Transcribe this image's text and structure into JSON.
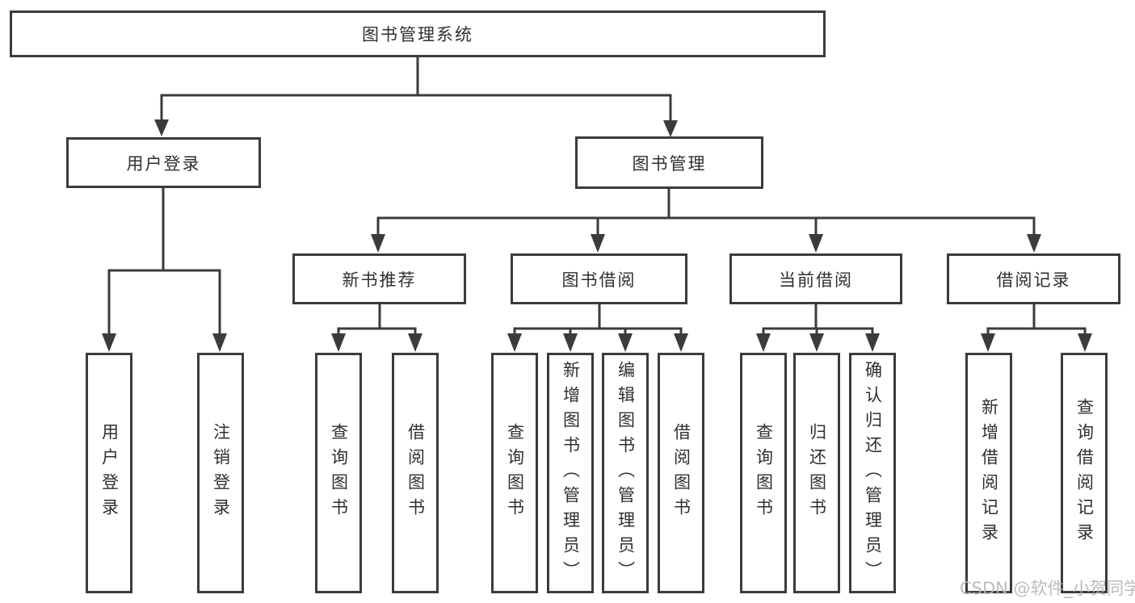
{
  "nodes": {
    "root": {
      "label": "图书管理系统"
    },
    "level2": [
      {
        "label": "用户登录"
      },
      {
        "label": "图书管理"
      }
    ],
    "level3": [
      {
        "label": "新书推荐"
      },
      {
        "label": "图书借阅"
      },
      {
        "label": "当前借阅"
      },
      {
        "label": "借阅记录"
      }
    ],
    "leaves": [
      {
        "label": "用户登录"
      },
      {
        "label": "注销登录"
      },
      {
        "label": "查询图书"
      },
      {
        "label": "借阅图书"
      },
      {
        "label": "查询图书"
      },
      {
        "label": "新增图书（管理员）"
      },
      {
        "label": "编辑图书（管理员）"
      },
      {
        "label": "借阅图书"
      },
      {
        "label": "查询图书"
      },
      {
        "label": "归还图书"
      },
      {
        "label": "确认归还（管理员）"
      },
      {
        "label": "新增借阅记录"
      },
      {
        "label": "查询借阅记录"
      }
    ]
  },
  "watermark": {
    "text": "CSDN @软件_小贺同学"
  },
  "colors": {
    "line": "#3b3b3b",
    "text": "#2f2f2f",
    "watermark": "#b5b5b5",
    "background": "#ffffff"
  }
}
